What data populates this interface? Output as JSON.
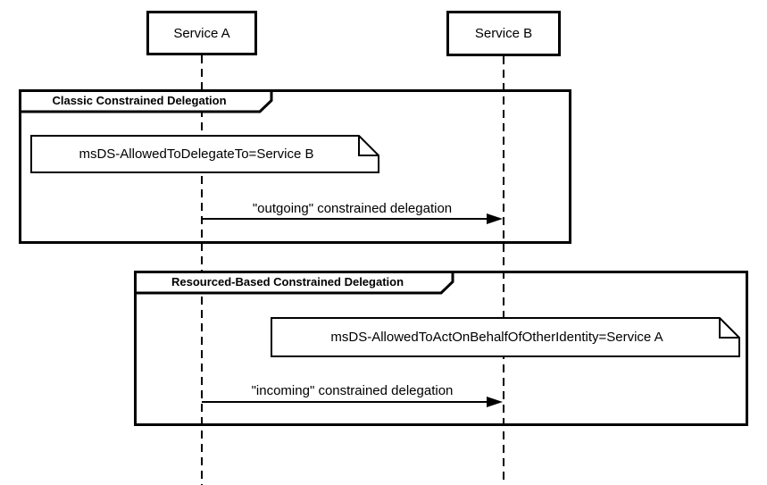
{
  "diagram": {
    "type": "uml-sequence-diagram",
    "participants": [
      {
        "name": "Service A"
      },
      {
        "name": "Service B"
      }
    ],
    "frames": [
      {
        "label": "Classic Constrained Delegation",
        "note": "msDS-AllowedToDelegateTo=Service B",
        "message": "\"outgoing\" constrained delegation",
        "message_from": "Service A",
        "message_to": "Service B"
      },
      {
        "label": "Resourced-Based Constrained Delegation",
        "note": "msDS-AllowedToActOnBehalfOfOtherIdentity=Service A",
        "message": "\"incoming\" constrained delegation",
        "message_from": "Service A",
        "message_to": "Service B"
      }
    ],
    "colors": {
      "line": "#000000",
      "background": "#ffffff"
    }
  }
}
